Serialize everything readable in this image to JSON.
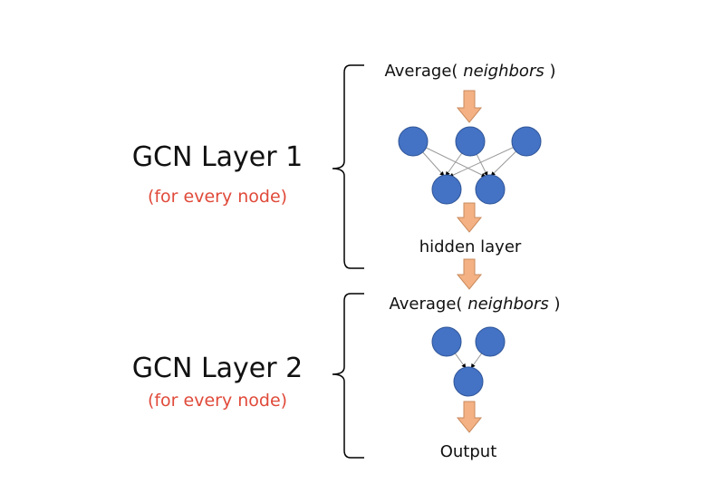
{
  "layer1": {
    "title": "GCN Layer 1",
    "note": "(for every node)",
    "aggregate": {
      "prefix": "Average(",
      "term": "neighbors",
      "suffix": ")"
    },
    "output_label": "hidden layer"
  },
  "layer2": {
    "title": "GCN Layer 2",
    "note": "(for every node)",
    "aggregate": {
      "prefix": "Average(",
      "term": "neighbors",
      "suffix": ")"
    },
    "output_label": "Output"
  },
  "colors": {
    "node_fill": "#4472c4",
    "node_stroke": "#2f5597",
    "arrow_fill": "#f4b183",
    "arrow_stroke": "#c88a5d",
    "note_text": "#e04a3a"
  }
}
